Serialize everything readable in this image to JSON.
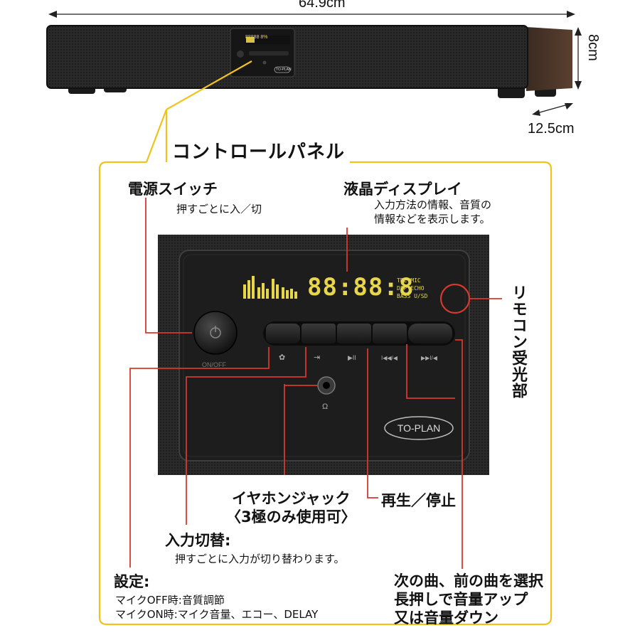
{
  "colors": {
    "callout_line": "#f0c21b",
    "leader_line": "#d8382e",
    "lcd": "#e8d64a",
    "panel": "#1d1d1d"
  },
  "dimensions": {
    "width": "64.9cm",
    "height": "8cm",
    "depth": "12.5cm"
  },
  "soundbar": {
    "mini_display_text": "88888 8%",
    "mini_brand": "TO-PLAN"
  },
  "section_title": "コントロールパネル",
  "panel": {
    "display_digits": "88:88:8",
    "indicators": [
      "TRE MIC",
      "DSP ECHO",
      "BASS U/SD"
    ],
    "power_label": "ON/OFF",
    "brand": "TO-PLAN",
    "button_icons": [
      "gear-icon",
      "input-icon",
      "play-pause-icon",
      "prev-icon",
      "next-icon"
    ],
    "button_symbols": [
      "✿",
      "⇥",
      "▶II",
      "I◀◀/◀",
      "▶▶I/◀"
    ],
    "headphone_symbol": "Ω"
  },
  "callouts": {
    "power": {
      "title": "電源スイッチ",
      "desc": "押すごとに入／切"
    },
    "lcd": {
      "title": "液晶ディスプレイ",
      "desc": [
        "入力方法の情報、音質の",
        "情報などを表示します。"
      ]
    },
    "remote": {
      "title": "リモコン受光部"
    },
    "earphone": {
      "title": [
        "イヤホンジャック",
        "〈3極のみ使用可〉"
      ]
    },
    "play": {
      "title": "再生／停止"
    },
    "input": {
      "title": "入力切替:",
      "desc": "押すごとに入力が切り替わります。"
    },
    "settings": {
      "title": "設定:",
      "desc": [
        "マイクOFF時:音質調節",
        "マイクON時:マイク音量、エコー、DELAY"
      ]
    },
    "track": {
      "title": [
        "次の曲、前の曲を選択",
        "長押しで音量アップ",
        "又は音量ダウン"
      ]
    }
  }
}
